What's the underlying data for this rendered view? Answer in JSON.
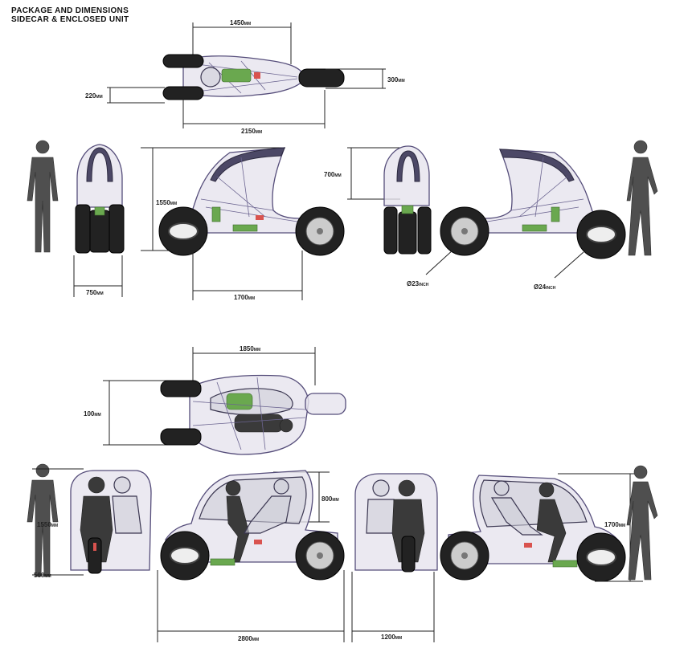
{
  "title": {
    "line1": "PACKAGE AND DIMENSIONS",
    "line2": "SIDECAR & ENCLOSED UNIT"
  },
  "dimensions": {
    "top_width": "1450",
    "top_length": "2150",
    "top_offset": "220",
    "top_height": "300",
    "front_width": "750",
    "side_height": "1550",
    "side_wheelbase": "1700",
    "rear_height": "700",
    "wheel_front": "23",
    "wheel_rear": "24",
    "enc_top_width": "1850",
    "enc_top_offset": "100",
    "enc_front_height": "1550",
    "enc_front_small": "500",
    "enc_side_height": "800",
    "enc_length": "2800",
    "enc_rear_width": "1200",
    "enc_person_height": "1700"
  },
  "units": {
    "mm": "MM",
    "inch": "INCH",
    "diameter": "Ø"
  }
}
